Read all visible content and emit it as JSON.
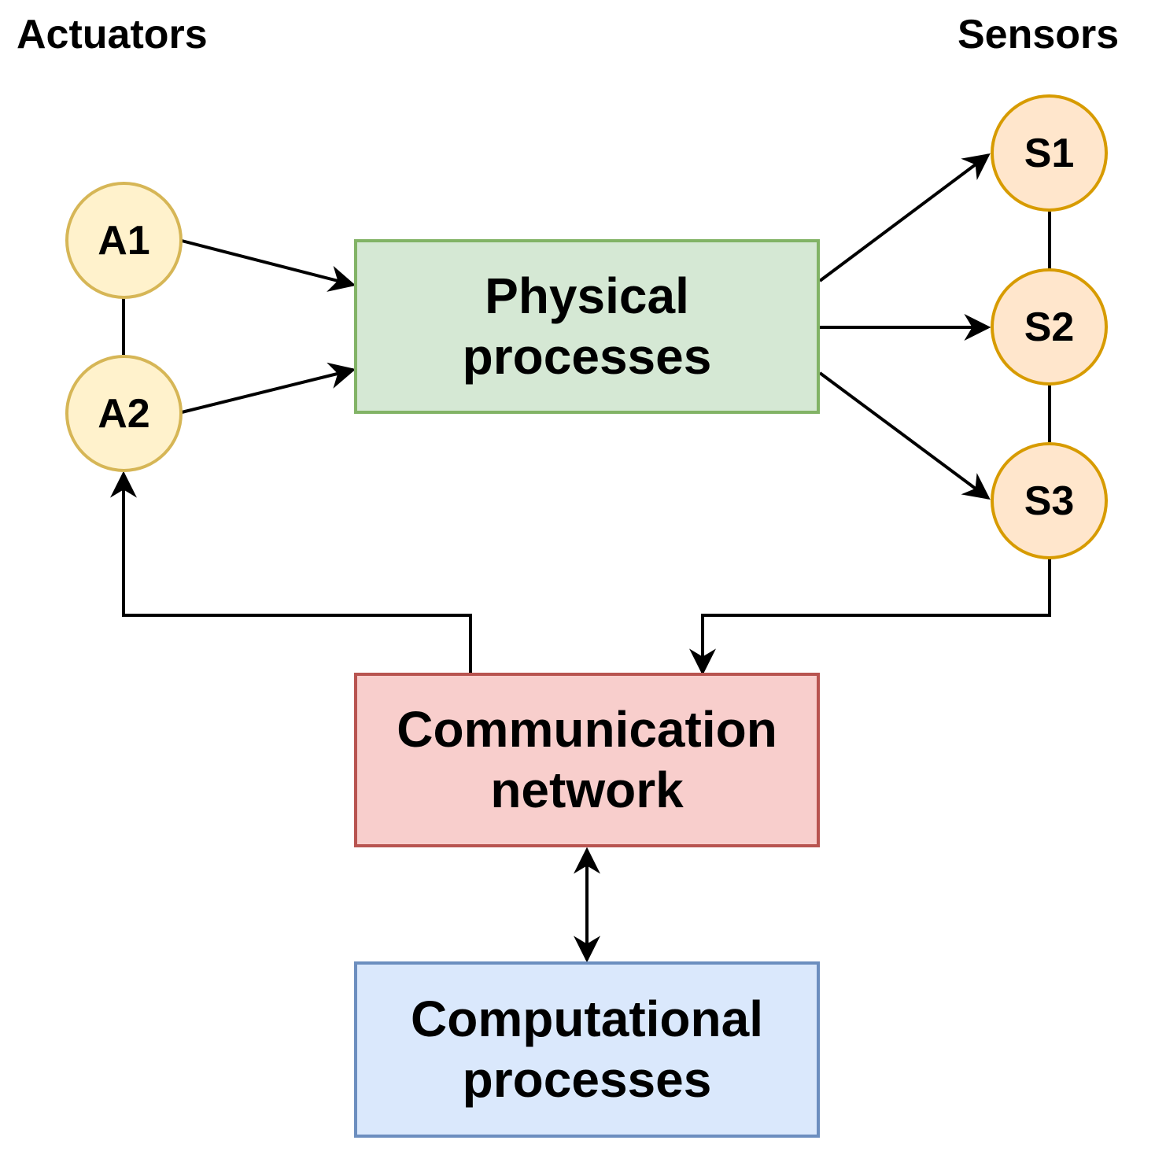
{
  "headings": {
    "actuators": "Actuators",
    "sensors": "Sensors"
  },
  "actuators": [
    {
      "label": "A1",
      "fill": "#fff2cc",
      "stroke": "#d6b656"
    },
    {
      "label": "A2",
      "fill": "#fff2cc",
      "stroke": "#d6b656"
    }
  ],
  "sensors": [
    {
      "label": "S1",
      "fill": "#ffe6cc",
      "stroke": "#d79b00"
    },
    {
      "label": "S2",
      "fill": "#ffe6cc",
      "stroke": "#d79b00"
    },
    {
      "label": "S3",
      "fill": "#ffe6cc",
      "stroke": "#d79b00"
    }
  ],
  "boxes": {
    "physical": {
      "line1": "Physical",
      "line2": "processes",
      "fill": "#d5e8d4",
      "stroke": "#82b366"
    },
    "network": {
      "line1": "Communication",
      "line2": "network",
      "fill": "#f8cecc",
      "stroke": "#b85450"
    },
    "computational": {
      "line1": "Computational",
      "line2": "processes",
      "fill": "#dae8fc",
      "stroke": "#6c8ebf"
    }
  },
  "edge_color": "#000000"
}
